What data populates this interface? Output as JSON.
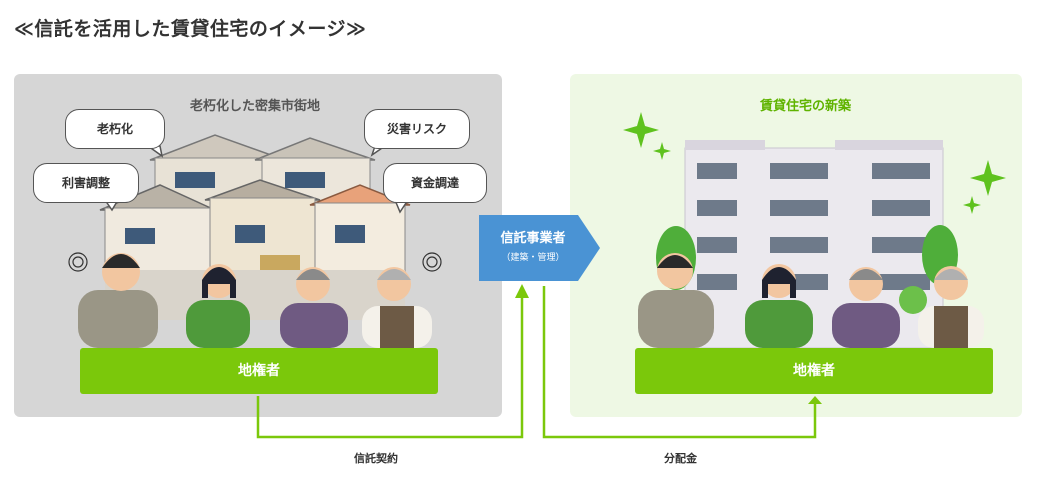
{
  "title": "≪信託を活用した賃貸住宅のイメージ≫",
  "left_panel": {
    "caption": "老朽化した密集市街地",
    "bubbles": [
      "老朽化",
      "災害リスク",
      "利害調整",
      "資金調達"
    ],
    "bar_label": "地権者"
  },
  "right_panel": {
    "caption": "賃貸住宅の新築",
    "bar_label": "地権者"
  },
  "trust_arrow": {
    "main": "信託事業者",
    "sub": "（建築・管理）"
  },
  "flows": {
    "contract": "信託契約",
    "distribution": "分配金"
  },
  "colors": {
    "accent_green": "#7bc80b",
    "caption_green": "#5fb300",
    "arrow_blue": "#4a93d4",
    "left_bg": "#d6d6d6",
    "right_bg": "#eef8e4"
  }
}
